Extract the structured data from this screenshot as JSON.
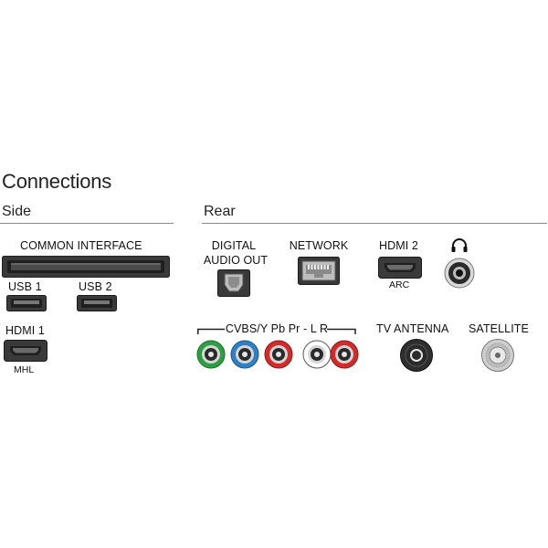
{
  "title": "Connections",
  "sections": {
    "side": "Side",
    "rear": "Rear"
  },
  "side": {
    "common_interface": "COMMON INTERFACE",
    "usb1": "USB 1",
    "usb2": "USB 2",
    "hdmi1": "HDMI 1",
    "hdmi1_sub": "MHL"
  },
  "rear": {
    "digital_audio_out_line1": "DIGITAL",
    "digital_audio_out_line2": "AUDIO OUT",
    "network": "NETWORK",
    "hdmi2": "HDMI 2",
    "hdmi2_sub": "ARC",
    "headphone_icon": "headphone-icon",
    "av_group": "CVBS/Y Pb Pr - L R",
    "tv_antenna": "TV ANTENNA",
    "satellite": "SATELLITE"
  },
  "colors": {
    "rca_green": "#2e9e45",
    "rca_blue": "#2f7fc4",
    "rca_red": "#d42a2a",
    "rca_white": "#ffffff",
    "connector_dark": "#2b2b2b",
    "rule": "#8a8a8a"
  }
}
